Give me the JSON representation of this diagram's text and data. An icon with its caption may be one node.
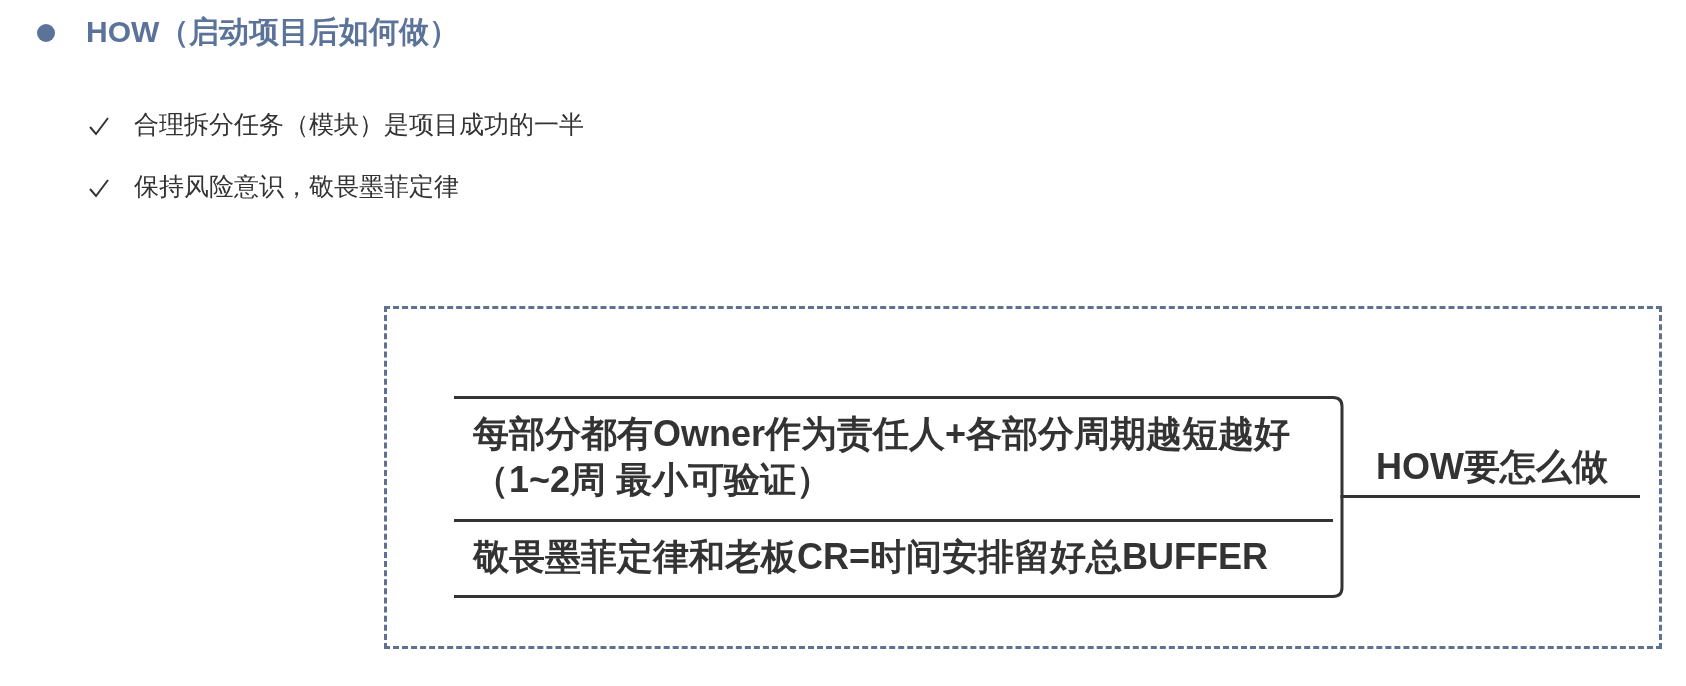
{
  "diagram": {
    "title": "HOW（启动项目后如何做）",
    "nodes": [
      {
        "text": [],
        "shape": "box"
      },
      {
        "text": [
          "HOW要怎么做"
        ],
        "in": 0
      },
      {
        "text": [
          "每部分都有Owner作为责任人+各部分周期越短越好（1~2周 最小可验证）"
        ],
        "in": 0
      },
      {
        "text": [
          "敬畏墨菲定律和老板CR=时间安排留好总BUFFER"
        ],
        "in": 0
      }
    ],
    "edges": [
      {
        "from": 1,
        "to": 2,
        "arrow": "none"
      },
      {
        "from": 1,
        "to": 3,
        "arrow": "none"
      }
    ],
    "labels": [
      "合理拆分任务（模块）是项目成功的一半",
      "保持风险意识，敬畏墨菲定律"
    ]
  }
}
